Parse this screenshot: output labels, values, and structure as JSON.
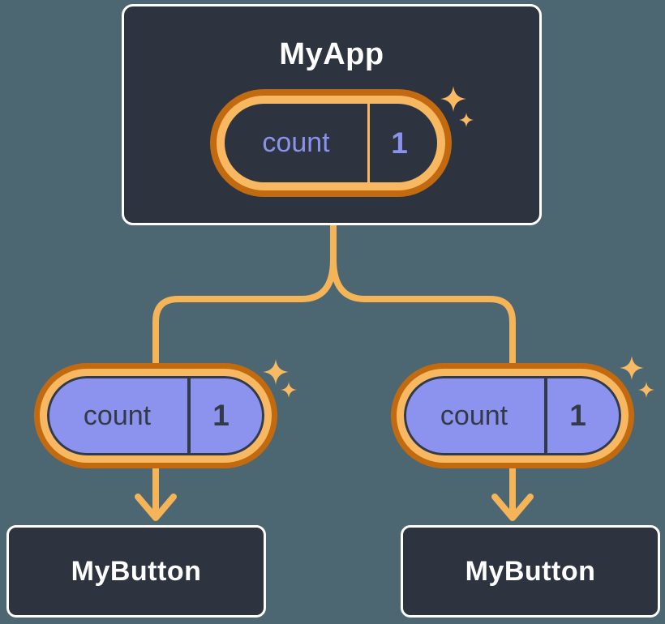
{
  "tree": {
    "root": {
      "title": "MyApp",
      "state": {
        "label": "count",
        "value": "1"
      }
    },
    "children": [
      {
        "title": "MyButton",
        "prop": {
          "label": "count",
          "value": "1"
        }
      },
      {
        "title": "MyButton",
        "prop": {
          "label": "count",
          "value": "1"
        }
      }
    ]
  },
  "colors": {
    "background": "#4C6771",
    "node_fill": "#2D333F",
    "node_border": "#FFFFFF",
    "node_text": "#FFFFFF",
    "pill_ring_outer": "#C26A10",
    "pill_ring_inner": "#F8B861",
    "connector": "#F5B457",
    "sparkle": "#F8BA62",
    "state_text": "#8A92EC",
    "prop_fill": "#8C93EE",
    "prop_text": "#333A47"
  },
  "icons": {
    "sparkle": "sparkle-icon",
    "arrow": "arrow-down-icon"
  }
}
